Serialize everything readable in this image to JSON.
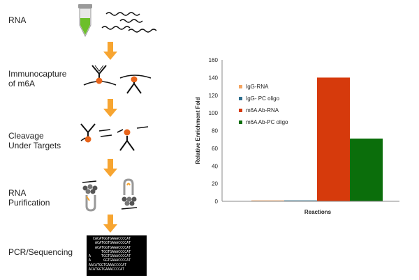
{
  "steps": [
    {
      "label": "RNA"
    },
    {
      "label": "Immunocapture\nof m6A"
    },
    {
      "label": "Cleavage\nUnder Targets"
    },
    {
      "label": "RNA\nPurification"
    },
    {
      "label": "PCR/Sequencing"
    }
  ],
  "sequence_lines": [
    "  CACATGGTGAAACCCCAT",
    "   ACATGGTGAAACCCCAT",
    "   ACATGGTGAAACCCCAT",
    "      TGGTGAAACCCCAT",
    "A     TGGTGAAACCCCAT",
    "A      GGTGAAACCCCAT",
    "AACATGGTGAAACCCCAT",
    "ACATGGTGAAACCCCAT"
  ],
  "colors": {
    "arrow": "#f7a531",
    "tube_liquid": "#6cbf2a",
    "m6a_dot": "#e8641a",
    "igg_rna": "#f4a460",
    "igg_pc": "#2e6e8e",
    "m6a_rna": "#d63a0c",
    "m6a_pc": "#0b6e0b"
  },
  "chart_data": {
    "type": "bar",
    "ylabel": "Relative Enrichment Fold",
    "xlabel": "Reactions",
    "ylim": [
      0,
      160
    ],
    "yticks": [
      0,
      20,
      40,
      60,
      80,
      100,
      120,
      140,
      160
    ],
    "legend_position": "top-left",
    "series": [
      {
        "name": "IgG-RNA",
        "value": 1,
        "color": "#f4a460"
      },
      {
        "name": "IgG- PC oligo",
        "value": 1,
        "color": "#2e6e8e"
      },
      {
        "name": "m6A Ab-RNA",
        "value": 140,
        "color": "#d63a0c"
      },
      {
        "name": "m6A Ab-PC oligo",
        "value": 71,
        "color": "#0b6e0b"
      }
    ]
  }
}
